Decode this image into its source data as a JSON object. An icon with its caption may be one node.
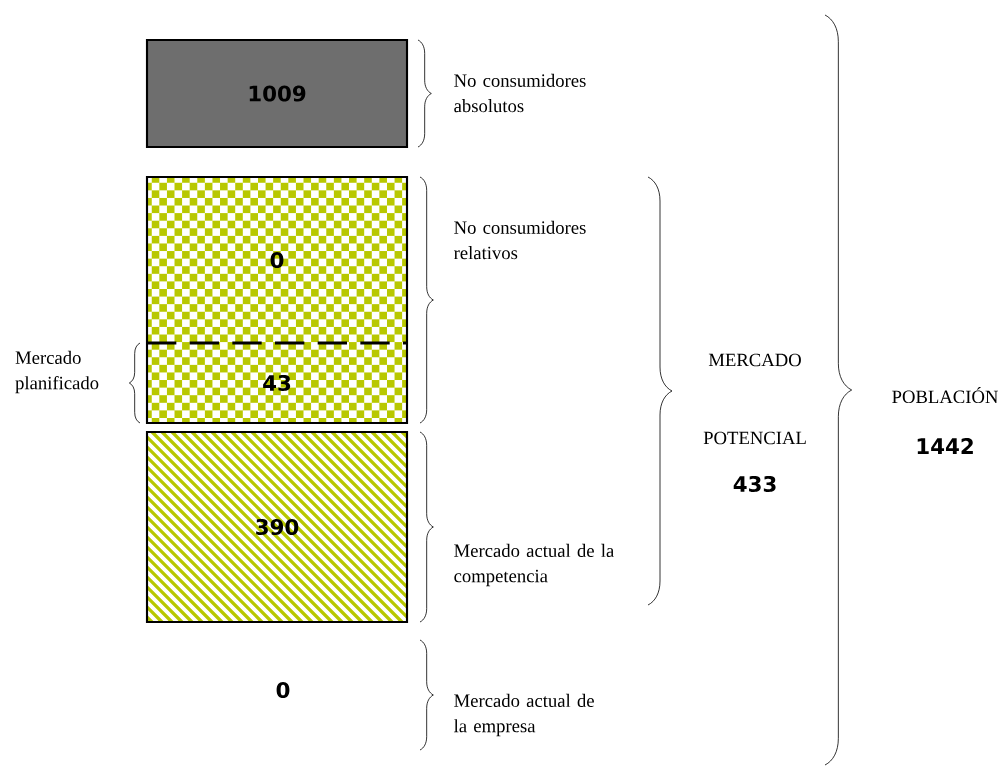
{
  "diagram": {
    "nodes": [
      {
        "text": [
          "1009"
        ]
      },
      {
        "text": [
          "0"
        ]
      },
      {
        "text": [
          "43"
        ]
      },
      {
        "text": [
          "390"
        ]
      }
    ],
    "labels": [
      "No consumidores absolutos",
      "No consumidores relativos",
      "Mercado planificado",
      "MERCADO",
      "POTENCIAL",
      "433",
      "POBLACIÓN",
      "1442",
      "Mercado actual de la competencia",
      "0",
      "Mercado actual de la empresa"
    ]
  }
}
